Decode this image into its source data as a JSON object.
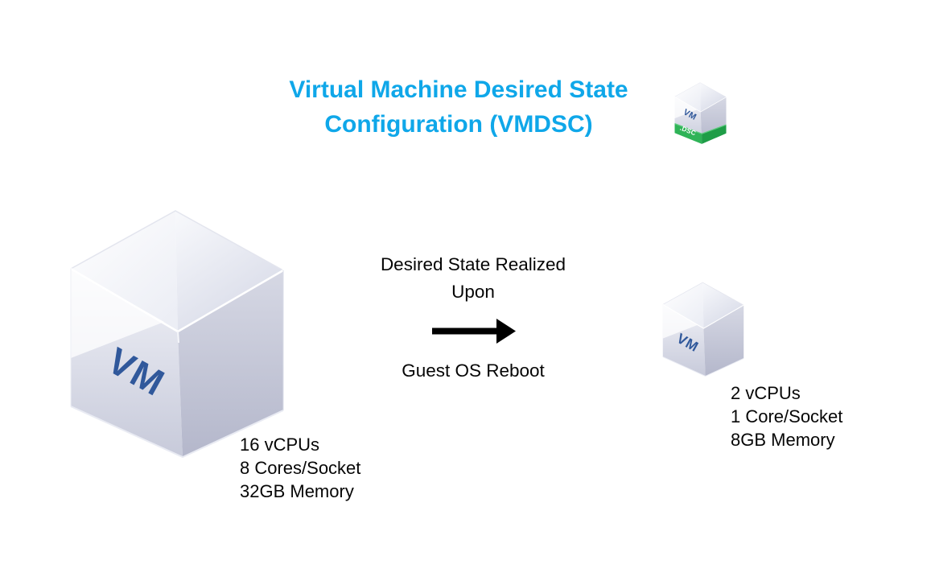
{
  "title": {
    "line1": "Virtual Machine Desired State",
    "line2": "Configuration (VMDSC)",
    "color": "#0FA7E9"
  },
  "vmdsc_icon": {
    "cube_label": "VM",
    "base_label": ".DSC",
    "base_color": "#2FB357",
    "base_color_dark": "#1F9D47"
  },
  "before_vm": {
    "cube_label": "VM",
    "specs": [
      "16 vCPUs",
      "8 Cores/Socket",
      "32GB Memory"
    ]
  },
  "after_vm": {
    "cube_label": "VM",
    "specs": [
      "2 vCPUs",
      "1 Core/Socket",
      "8GB Memory"
    ]
  },
  "transition": {
    "caption_top_line1": "Desired State Realized",
    "caption_top_line2": "Upon",
    "caption_bottom": "Guest OS Reboot",
    "arrow_icon": "right-arrow",
    "arrow_color": "#000000"
  },
  "colors": {
    "vm_label_blue": "#30589B",
    "cube_face_light": "#DFE1EB",
    "cube_face_dark": "#B4B7CB",
    "background": "#FFFFFF",
    "text": "#000000"
  }
}
